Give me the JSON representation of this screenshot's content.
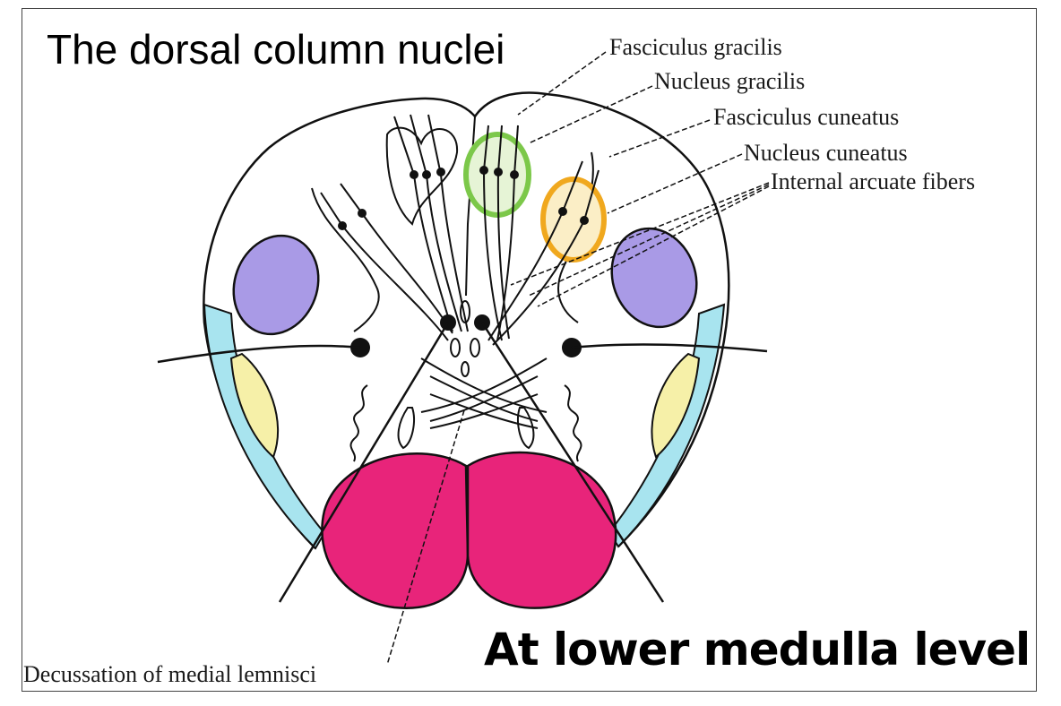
{
  "title": "The dorsal column nuclei",
  "subtitle": "At lower medulla level",
  "labels": {
    "fasciculus_gracilis": "Fasciculus gracilis",
    "nucleus_gracilis": "Nucleus gracilis",
    "fasciculus_cuneatus": "Fasciculus cuneatus",
    "nucleus_cuneatus": "Nucleus cuneatus",
    "internal_arcuate_fibers": "Internal arcuate fibers",
    "decussation": "Decussation of medial lemnisci"
  },
  "colors": {
    "pyramid": "#e8247a",
    "olive": "#a99ae6",
    "spinal_tract": "#a8e4ef",
    "spinal_nucleus": "#f6f0a8",
    "gracilis_highlight": "#7cc84a",
    "cuneatus_highlight": "#f0a81e"
  }
}
